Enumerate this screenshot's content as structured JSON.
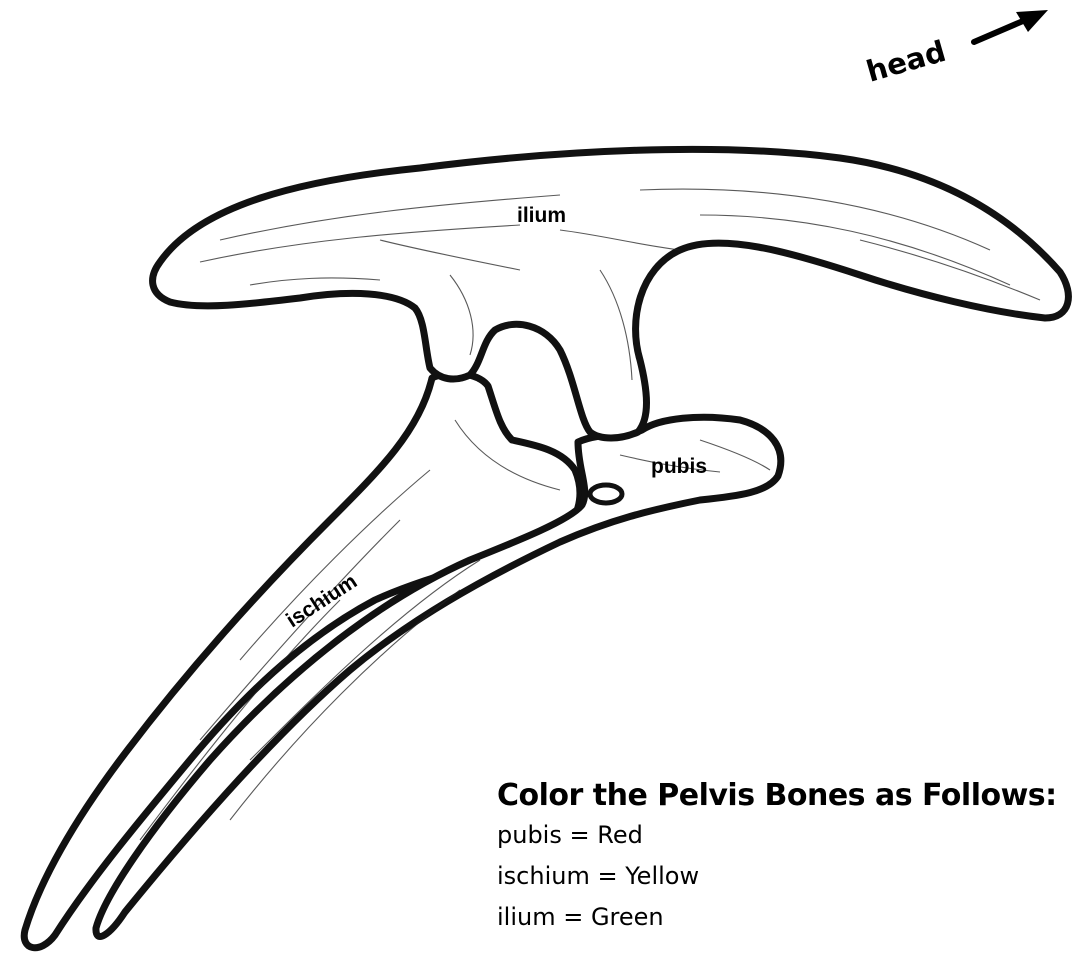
{
  "labels": {
    "head": "head",
    "ilium": "ilium",
    "pubis": "pubis",
    "ischium": "ischium"
  },
  "legend": {
    "title": "Color the Pelvis Bones as Follows:",
    "items": [
      "pubis = Red",
      "ischium = Yellow",
      "ilium = Green"
    ]
  }
}
